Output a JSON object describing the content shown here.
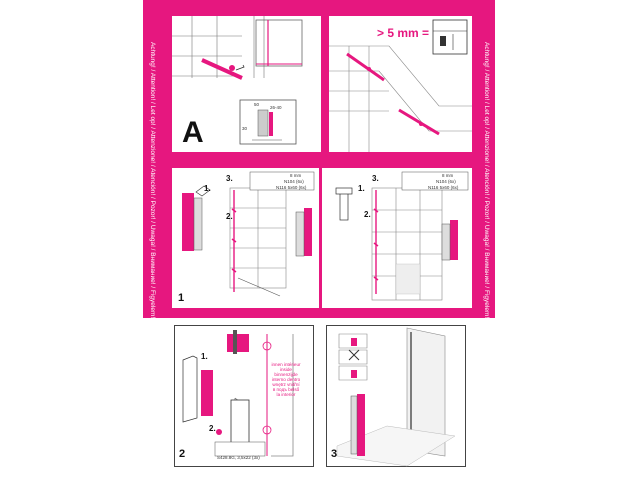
{
  "colors": {
    "accent": "#e6177f",
    "panel": "#ffffff",
    "line": "#555555"
  },
  "side_text_left": "Achtung! / Attention! / Let op! / Attenzione! / Atención! / Pozor! / Uwaga! / Внимание! / Figyelem! / Atenție / 注意 / ملاحظة / Upozornenie",
  "side_text_right": "Achtung! / Attention! / Let op! / Attenzione! / Atención! / Pozor! / Uwaga! / Внимание! / Figyelem! / Atenție / 注意 / ملاحظة / Upozornenie",
  "panel_a": {
    "letter": "A",
    "dim_1": "26-40",
    "dim_2": "30",
    "dim_3": "50"
  },
  "panel_gap": {
    "label": "> 5 mm ="
  },
  "panel_1": {
    "step": "1",
    "callout_left": "1.",
    "callout_2": "2.",
    "callout_3": "3.",
    "legend": [
      "8 mm",
      "N104 (6x)",
      "N116 5x60 (6x)"
    ]
  },
  "panel_1b": {
    "callout_left": "1.",
    "callout_2": "2.",
    "callout_3": "3.",
    "legend": [
      "8 mm",
      "N104 (6x)",
      "N116 5x60 (6x)"
    ]
  },
  "panel_2": {
    "step": "2",
    "callout_1": "1.",
    "callout_2": "2.",
    "screw_label": "S428.8G, 3,5x22 (3x)",
    "inside_text": "innen intérieur inside binnenzijde interno dentro wnętrz vnitřní в подъ belső la interior"
  },
  "panel_3": {
    "step": "3"
  }
}
